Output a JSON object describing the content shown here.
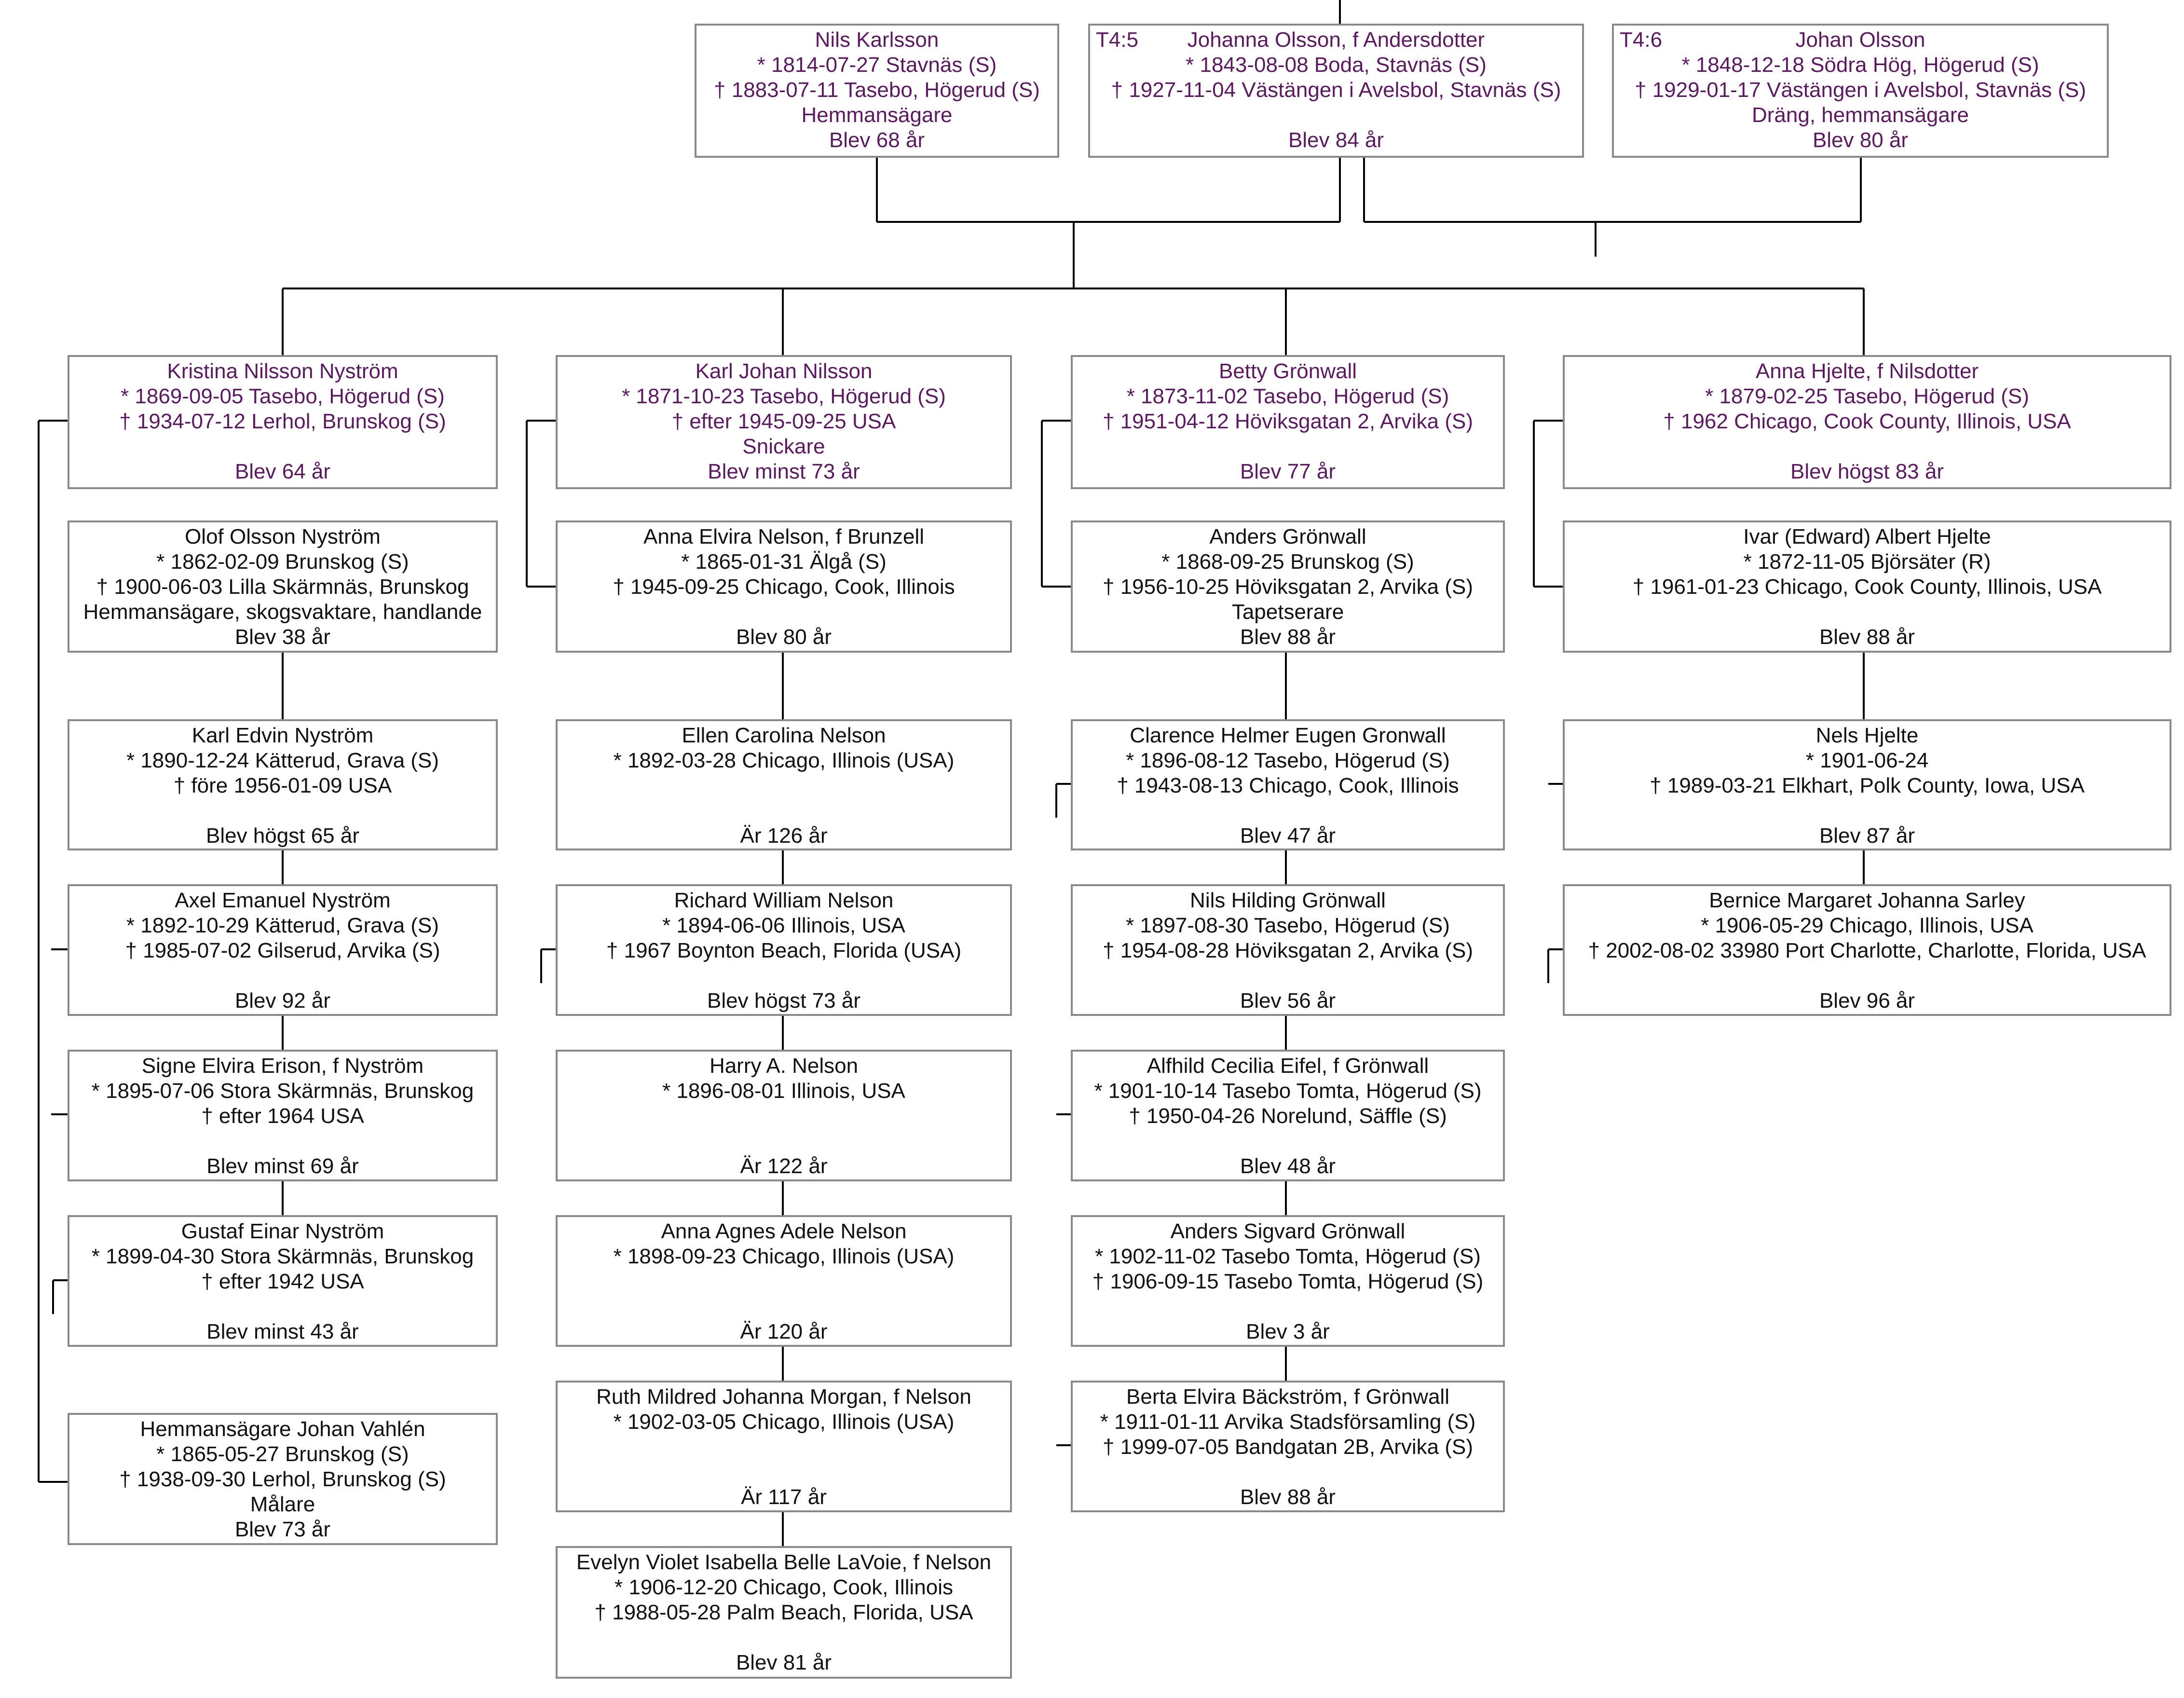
{
  "colors": {
    "ancestor_text": "#5a1a5e",
    "person_text": "#111111",
    "border": "#8a8a8a",
    "connector": "#000000"
  },
  "top_row": [
    {
      "id": "nils",
      "lines": [
        "Nils Karlsson",
        "* 1814-07-27 Stavnäs (S)",
        "† 1883-07-11 Tasebo, Högerud (S)",
        "Hemmansägare",
        "Blev 68 år"
      ]
    },
    {
      "id": "johanna",
      "tag": "T4:5",
      "lines": [
        "Johanna Olsson, f Andersdotter",
        "* 1843-08-08 Boda, Stavnäs (S)",
        "† 1927-11-04 Västängen i Avelsbol, Stavnäs (S)",
        "",
        "Blev 84 år"
      ]
    },
    {
      "id": "johan",
      "tag": "T4:6",
      "lines": [
        "Johan Olsson",
        "* 1848-12-18 Södra Hög, Högerud (S)",
        "† 1929-01-17 Västängen i Avelsbol, Stavnäs (S)",
        "Dräng, hemmansägare",
        "Blev 80 år"
      ]
    }
  ],
  "columns": [
    {
      "head": {
        "id": "kristina",
        "lines": [
          "Kristina Nilsson Nyström",
          "* 1869-09-05 Tasebo, Högerud (S)",
          "† 1934-07-12 Lerhol, Brunskog (S)",
          "",
          "Blev 64 år"
        ]
      },
      "spouse": {
        "id": "olof",
        "lines": [
          "Olof Olsson Nyström",
          "* 1862-02-09 Brunskog (S)",
          "† 1900-06-03 Lilla Skärmnäs, Brunskog",
          "Hemmansägare, skogsvaktare, handlande",
          "Blev 38 år"
        ]
      },
      "children": [
        {
          "id": "karl-edvin",
          "lines": [
            "Karl Edvin Nyström",
            "* 1890-12-24 Kätterud, Grava (S)",
            "† före 1956-01-09 USA",
            "",
            "Blev högst 65 år"
          ]
        },
        {
          "id": "axel",
          "lines": [
            "Axel Emanuel Nyström",
            "* 1892-10-29 Kätterud, Grava (S)",
            "† 1985-07-02 Gilserud, Arvika (S)",
            "",
            "Blev 92 år"
          ]
        },
        {
          "id": "signe",
          "lines": [
            "Signe Elvira Erison, f Nyström",
            "* 1895-07-06 Stora Skärmnäs, Brunskog",
            "† efter 1964 USA",
            "",
            "Blev minst 69 år"
          ]
        },
        {
          "id": "gustaf",
          "lines": [
            "Gustaf Einar Nyström",
            "* 1899-04-30 Stora Skärmnäs, Brunskog",
            "† efter 1942 USA",
            "",
            "Blev minst 43 år"
          ]
        }
      ],
      "spouse2": {
        "id": "johan-vahlen",
        "lines": [
          "Hemmansägare Johan Vahlén",
          "* 1865-05-27 Brunskog (S)",
          "† 1938-09-30 Lerhol, Brunskog (S)",
          "Målare",
          "Blev 73 år"
        ]
      }
    },
    {
      "head": {
        "id": "karl-johan",
        "lines": [
          "Karl Johan Nilsson",
          "* 1871-10-23 Tasebo, Högerud (S)",
          "† efter 1945-09-25 USA",
          "Snickare",
          "Blev minst 73 år"
        ]
      },
      "spouse": {
        "id": "anna-elvira",
        "lines": [
          "Anna Elvira Nelson, f Brunzell",
          "* 1865-01-31 Älgå (S)",
          "† 1945-09-25 Chicago, Cook, Illinois",
          "",
          "Blev 80 år"
        ]
      },
      "children": [
        {
          "id": "ellen",
          "lines": [
            "Ellen Carolina Nelson",
            "* 1892-03-28 Chicago, Illinois (USA)",
            "",
            "",
            "Är 126 år"
          ]
        },
        {
          "id": "richard",
          "lines": [
            "Richard William Nelson",
            "* 1894-06-06 Illinois, USA",
            "† 1967 Boynton Beach, Florida (USA)",
            "",
            "Blev högst 73 år"
          ]
        },
        {
          "id": "harry",
          "lines": [
            "Harry A. Nelson",
            "* 1896-08-01 Illinois, USA",
            "",
            "",
            "Är 122 år"
          ]
        },
        {
          "id": "anna-agnes",
          "lines": [
            "Anna Agnes Adele Nelson",
            "* 1898-09-23 Chicago, Illinois (USA)",
            "",
            "",
            "Är 120 år"
          ]
        },
        {
          "id": "ruth",
          "lines": [
            "Ruth Mildred Johanna Morgan, f Nelson",
            "* 1902-03-05 Chicago, Illinois (USA)",
            "",
            "",
            "Är 117 år"
          ]
        },
        {
          "id": "evelyn",
          "lines": [
            "Evelyn Violet Isabella Belle LaVoie, f Nelson",
            "* 1906-12-20 Chicago, Cook, Illinois",
            "† 1988-05-28 Palm Beach, Florida, USA",
            "",
            "Blev 81 år"
          ]
        }
      ]
    },
    {
      "head": {
        "id": "betty",
        "lines": [
          "Betty Grönwall",
          "* 1873-11-02 Tasebo, Högerud (S)",
          "† 1951-04-12 Höviksgatan 2, Arvika (S)",
          "",
          "Blev 77 år"
        ]
      },
      "spouse": {
        "id": "anders",
        "lines": [
          "Anders Grönwall",
          "* 1868-09-25 Brunskog (S)",
          "† 1956-10-25 Höviksgatan 2, Arvika (S)",
          "Tapetserare",
          "Blev 88 år"
        ]
      },
      "children": [
        {
          "id": "clarence",
          "lines": [
            "Clarence Helmer Eugen Gronwall",
            "* 1896-08-12 Tasebo, Högerud (S)",
            "† 1943-08-13 Chicago, Cook, Illinois",
            "",
            "Blev 47 år"
          ]
        },
        {
          "id": "nils-hilding",
          "lines": [
            "Nils Hilding Grönwall",
            "* 1897-08-30 Tasebo, Högerud (S)",
            "† 1954-08-28 Höviksgatan 2, Arvika (S)",
            "",
            "Blev 56 år"
          ]
        },
        {
          "id": "alfhild",
          "lines": [
            "Alfhild Cecilia Eifel, f Grönwall",
            "* 1901-10-14 Tasebo Tomta, Högerud (S)",
            "† 1950-04-26 Norelund, Säffle (S)",
            "",
            "Blev 48 år"
          ]
        },
        {
          "id": "anders-sigvard",
          "lines": [
            "Anders Sigvard Grönwall",
            "* 1902-11-02 Tasebo Tomta, Högerud (S)",
            "† 1906-09-15 Tasebo Tomta, Högerud (S)",
            "",
            "Blev 3 år"
          ]
        },
        {
          "id": "berta",
          "lines": [
            "Berta Elvira Bäckström, f Grönwall",
            "* 1911-01-11 Arvika Stadsförsamling (S)",
            "† 1999-07-05 Bandgatan 2B, Arvika (S)",
            "",
            "Blev 88 år"
          ]
        }
      ]
    },
    {
      "head": {
        "id": "anna-hjelte",
        "lines": [
          "Anna Hjelte, f Nilsdotter",
          "* 1879-02-25 Tasebo, Högerud (S)",
          "† 1962 Chicago, Cook County, Illinois, USA",
          "",
          "Blev högst 83 år"
        ]
      },
      "spouse": {
        "id": "ivar",
        "lines": [
          "Ivar (Edward) Albert Hjelte",
          "* 1872-11-05 Björsäter (R)",
          "† 1961-01-23 Chicago, Cook County, Illinois, USA",
          "",
          "Blev 88 år"
        ]
      },
      "children": [
        {
          "id": "nels",
          "lines": [
            "Nels Hjelte",
            "* 1901-06-24",
            "† 1989-03-21 Elkhart, Polk County, Iowa, USA",
            "",
            "Blev 87 år"
          ]
        },
        {
          "id": "bernice",
          "lines": [
            "Bernice Margaret Johanna Sarley",
            "* 1906-05-29 Chicago, Illinois, USA",
            "† 2002-08-02 33980 Port Charlotte, Charlotte, Florida, USA",
            "",
            "Blev 96 år"
          ]
        }
      ]
    }
  ]
}
